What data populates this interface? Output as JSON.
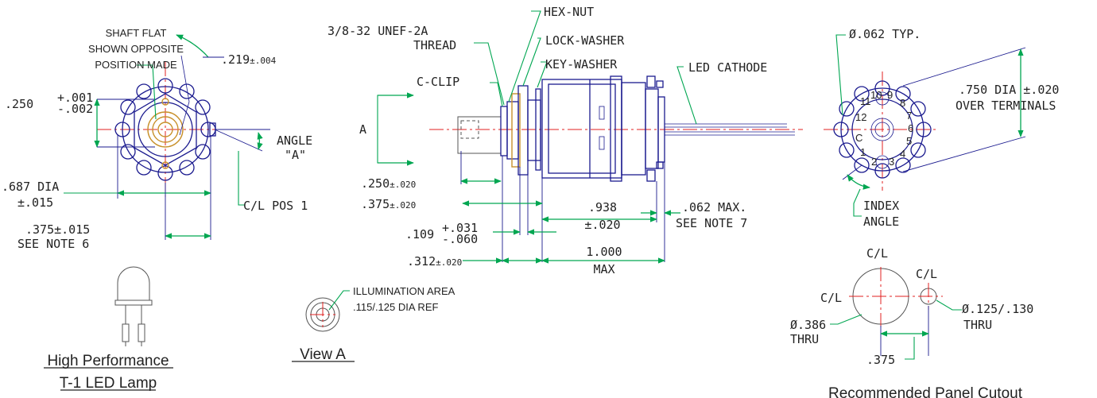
{
  "left_view": {
    "note_line1": "SHAFT FLAT",
    "note_line2": "SHOWN OPPOSITE",
    "note_line3": "POSITION MADE",
    "dim_219": ".219",
    "dim_219_tol": "±.004",
    "dim_250": ".250",
    "dim_250_tol_plus": "+.001",
    "dim_250_tol_minus": "-.002",
    "angle_a_1": "ANGLE",
    "angle_a_2": "\"A\"",
    "dia_687_1": ".687 DIA",
    "dia_687_2": "±.015",
    "cl_pos": "C/L POS 1",
    "dim_375_1": ".375±.015",
    "dim_375_2": "SEE NOTE 6"
  },
  "side_view": {
    "thread_1": "3/8-32 UNEF-2A",
    "thread_2": "THREAD",
    "hex_nut": "HEX-NUT",
    "lock_washer": "LOCK-WASHER",
    "key_washer": "KEY-WASHER",
    "c_clip": "C-CLIP",
    "led_cathode": "LED CATHODE",
    "view_a_label": "A",
    "dim_250": ".250",
    "dim_250_tol": "±.020",
    "dim_375": ".375",
    "dim_375_tol": "±.020",
    "dim_109": ".109",
    "dim_109_tol_plus": "+.031",
    "dim_109_tol_minus": "-.060",
    "dim_312": ".312",
    "dim_312_tol": "±.020",
    "dim_938_1": ".938",
    "dim_938_2": "±.020",
    "dim_1000_1": "1.000",
    "dim_1000_2": "MAX",
    "dim_062_1": ".062 MAX.",
    "dim_062_2": "SEE NOTE 7"
  },
  "right_view": {
    "dia_062": "Ø.062 TYP.",
    "dia_750_1": ".750 DIA ±.020",
    "dia_750_2": "OVER TERMINALS",
    "index_1": "INDEX",
    "index_2": "ANGLE",
    "terminals": [
      "1",
      "2",
      "3",
      "4",
      "5",
      "6",
      "7",
      "8",
      "9",
      "10",
      "11",
      "12",
      "C"
    ]
  },
  "led": {
    "caption_1": "High Performance",
    "caption_2": "T-1 LED Lamp"
  },
  "view_a": {
    "illum_1": "ILLUMINATION AREA",
    "illum_2": ".115/.125 DIA REF",
    "caption": "View A"
  },
  "cutout": {
    "cl_top": "C/L",
    "cl_left": "C/L",
    "cl_right": "C/L",
    "dia_386_1": "Ø.386",
    "dia_386_2": "THRU",
    "dia_125_1": "Ø.125/.130",
    "dia_125_2": "THRU",
    "dim_375": ".375",
    "caption": "Recommended Panel Cutout"
  }
}
